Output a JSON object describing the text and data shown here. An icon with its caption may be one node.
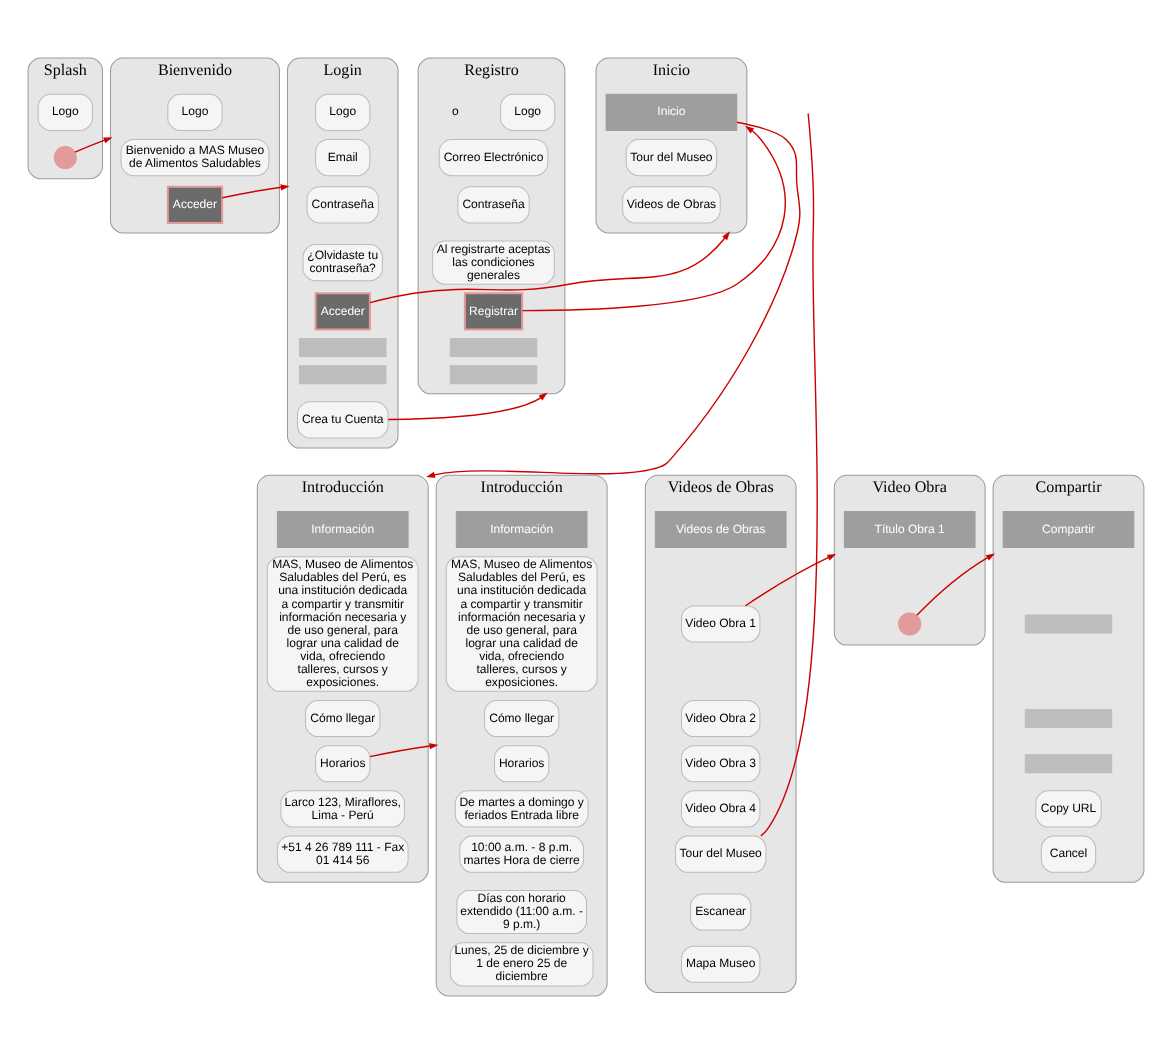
{
  "diagram": {
    "nodes": [
      {
        "text": [
          "Splash"
        ]
      },
      {
        "text": [
          "Logo"
        ],
        "in": 0
      },
      {
        "text": [],
        "shape": "circle",
        "in": 0
      },
      {
        "text": [
          "Bienvenido"
        ]
      },
      {
        "text": [
          "Logo"
        ],
        "in": 3
      },
      {
        "text": [
          "Bienvenido a MAS Museo de Alimentos Saludables"
        ],
        "in": 3
      },
      {
        "text": [
          "Acceder"
        ],
        "in": 3
      },
      {
        "text": [
          "Login"
        ]
      },
      {
        "text": [
          "Logo"
        ],
        "in": 7
      },
      {
        "text": [
          "Email"
        ],
        "in": 7
      },
      {
        "text": [
          "Contraseña"
        ],
        "in": 7
      },
      {
        "text": [
          "¿Olvidaste tu contraseña?"
        ],
        "in": 7
      },
      {
        "text": [
          "Acceder"
        ],
        "in": 7
      },
      {
        "text": [],
        "shape": "box",
        "in": 7
      },
      {
        "text": [],
        "shape": "box",
        "in": 7
      },
      {
        "text": [
          "Crea tu Cuenta"
        ],
        "in": 7
      },
      {
        "text": [
          "Registro"
        ]
      },
      {
        "text": [
          "Logo"
        ],
        "in": 16
      },
      {
        "text": [
          "Correo Electrónico"
        ],
        "in": 16
      },
      {
        "text": [
          "Contraseña"
        ],
        "in": 16
      },
      {
        "text": [
          "Al registrarte aceptas las condiciones generales"
        ],
        "in": 16
      },
      {
        "text": [
          "Registrar"
        ],
        "in": 16
      },
      {
        "text": [],
        "shape": "box",
        "in": 16
      },
      {
        "text": [],
        "shape": "box",
        "in": 16
      },
      {
        "text": [
          "Inicio"
        ]
      },
      {
        "text": [
          "Inicio"
        ],
        "in": 24
      },
      {
        "text": [
          "Tour del Museo"
        ],
        "in": 24
      },
      {
        "text": [
          "Videos de Obras"
        ],
        "in": 24
      },
      {
        "text": [
          "Introducción"
        ]
      },
      {
        "text": [
          "Información"
        ],
        "in": 28
      },
      {
        "text": [
          "MAS, Museo de Alimentos Saludables del Perú, es una institución dedicada a compartir y transmitir información necesaria y de uso general, para lograr una calidad de vida, ofreciendo talleres, cursos y exposiciones."
        ],
        "in": 28
      },
      {
        "text": [
          "Cómo llegar"
        ],
        "in": 28
      },
      {
        "text": [
          "Horarios"
        ],
        "in": 28
      },
      {
        "text": [
          "Larco 123, Miraflores, Lima - Perú"
        ],
        "in": 28
      },
      {
        "text": [
          "+51 4 26 789 111 - Fax 01 414 56"
        ],
        "in": 28
      },
      {
        "text": [
          "Introducción"
        ]
      },
      {
        "text": [
          "Información"
        ],
        "in": 35
      },
      {
        "text": [
          "MAS, Museo de Alimentos Saludables del Perú, es una institución dedicada a compartir y transmitir información necesaria y de uso general, para lograr una calidad de vida, ofreciendo talleres, cursos y exposiciones."
        ],
        "in": 35
      },
      {
        "text": [
          "Cómo llegar"
        ],
        "in": 35
      },
      {
        "text": [
          "Horarios"
        ],
        "in": 35
      },
      {
        "text": [
          "De martes a domingo y feriados Entrada libre"
        ],
        "in": 35
      },
      {
        "text": [
          "10:00 a.m. - 8 p.m. martes Hora de cierre"
        ],
        "in": 35
      },
      {
        "text": [
          "Días con horario extendido (11:00 a.m. - 9 p.m.)"
        ],
        "in": 35
      },
      {
        "text": [
          "Lunes, 25 de diciembre y 1 de enero 25 de diciembre"
        ],
        "in": 35
      },
      {
        "text": [
          "Videos de Obras"
        ]
      },
      {
        "text": [
          "Videos de Obras"
        ],
        "in": 44
      },
      {
        "text": [
          "Video Obra 1"
        ],
        "in": 44
      },
      {
        "text": [
          "Video Obra 2"
        ],
        "in": 44
      },
      {
        "text": [
          "Video Obra 3"
        ],
        "in": 44
      },
      {
        "text": [
          "Video Obra 4"
        ],
        "in": 44
      },
      {
        "text": [
          "Tour del Museo"
        ],
        "in": 44
      },
      {
        "text": [
          "Escanear"
        ],
        "in": 44
      },
      {
        "text": [
          "Mapa Museo"
        ],
        "in": 44
      },
      {
        "text": [
          "Video Obra"
        ]
      },
      {
        "text": [
          "Título Obra 1"
        ],
        "in": 53
      },
      {
        "text": [],
        "shape": "circle",
        "in": 53
      },
      {
        "text": [
          "Compartir"
        ]
      },
      {
        "text": [
          "Compartir"
        ],
        "in": 56
      },
      {
        "text": [],
        "shape": "box",
        "in": 56
      },
      {
        "text": [],
        "shape": "box",
        "in": 56
      },
      {
        "text": [],
        "shape": "box",
        "in": 56
      },
      {
        "text": [
          "Copy URL"
        ],
        "in": 56
      },
      {
        "text": [
          "Cancel"
        ],
        "in": 56
      }
    ],
    "edges": [
      {
        "from": 2,
        "to": 3,
        "arrow": "to"
      },
      {
        "from": 6,
        "to": 7,
        "arrow": "to"
      },
      {
        "from": 12,
        "to": 24,
        "arrow": "to"
      },
      {
        "from": 15,
        "to": 16,
        "arrow": "to"
      },
      {
        "from": 21,
        "to": 24,
        "arrow": "to"
      },
      {
        "from": 25,
        "to": 28,
        "arrow": "to"
      },
      {
        "from": 32,
        "to": 35,
        "arrow": "to"
      },
      {
        "from": 46,
        "to": 53,
        "arrow": "to"
      },
      {
        "from": 55,
        "to": 56,
        "arrow": "to"
      },
      {
        "from": 50,
        "to": null,
        "arrow": "none"
      }
    ],
    "labels": [
      "o"
    ]
  }
}
